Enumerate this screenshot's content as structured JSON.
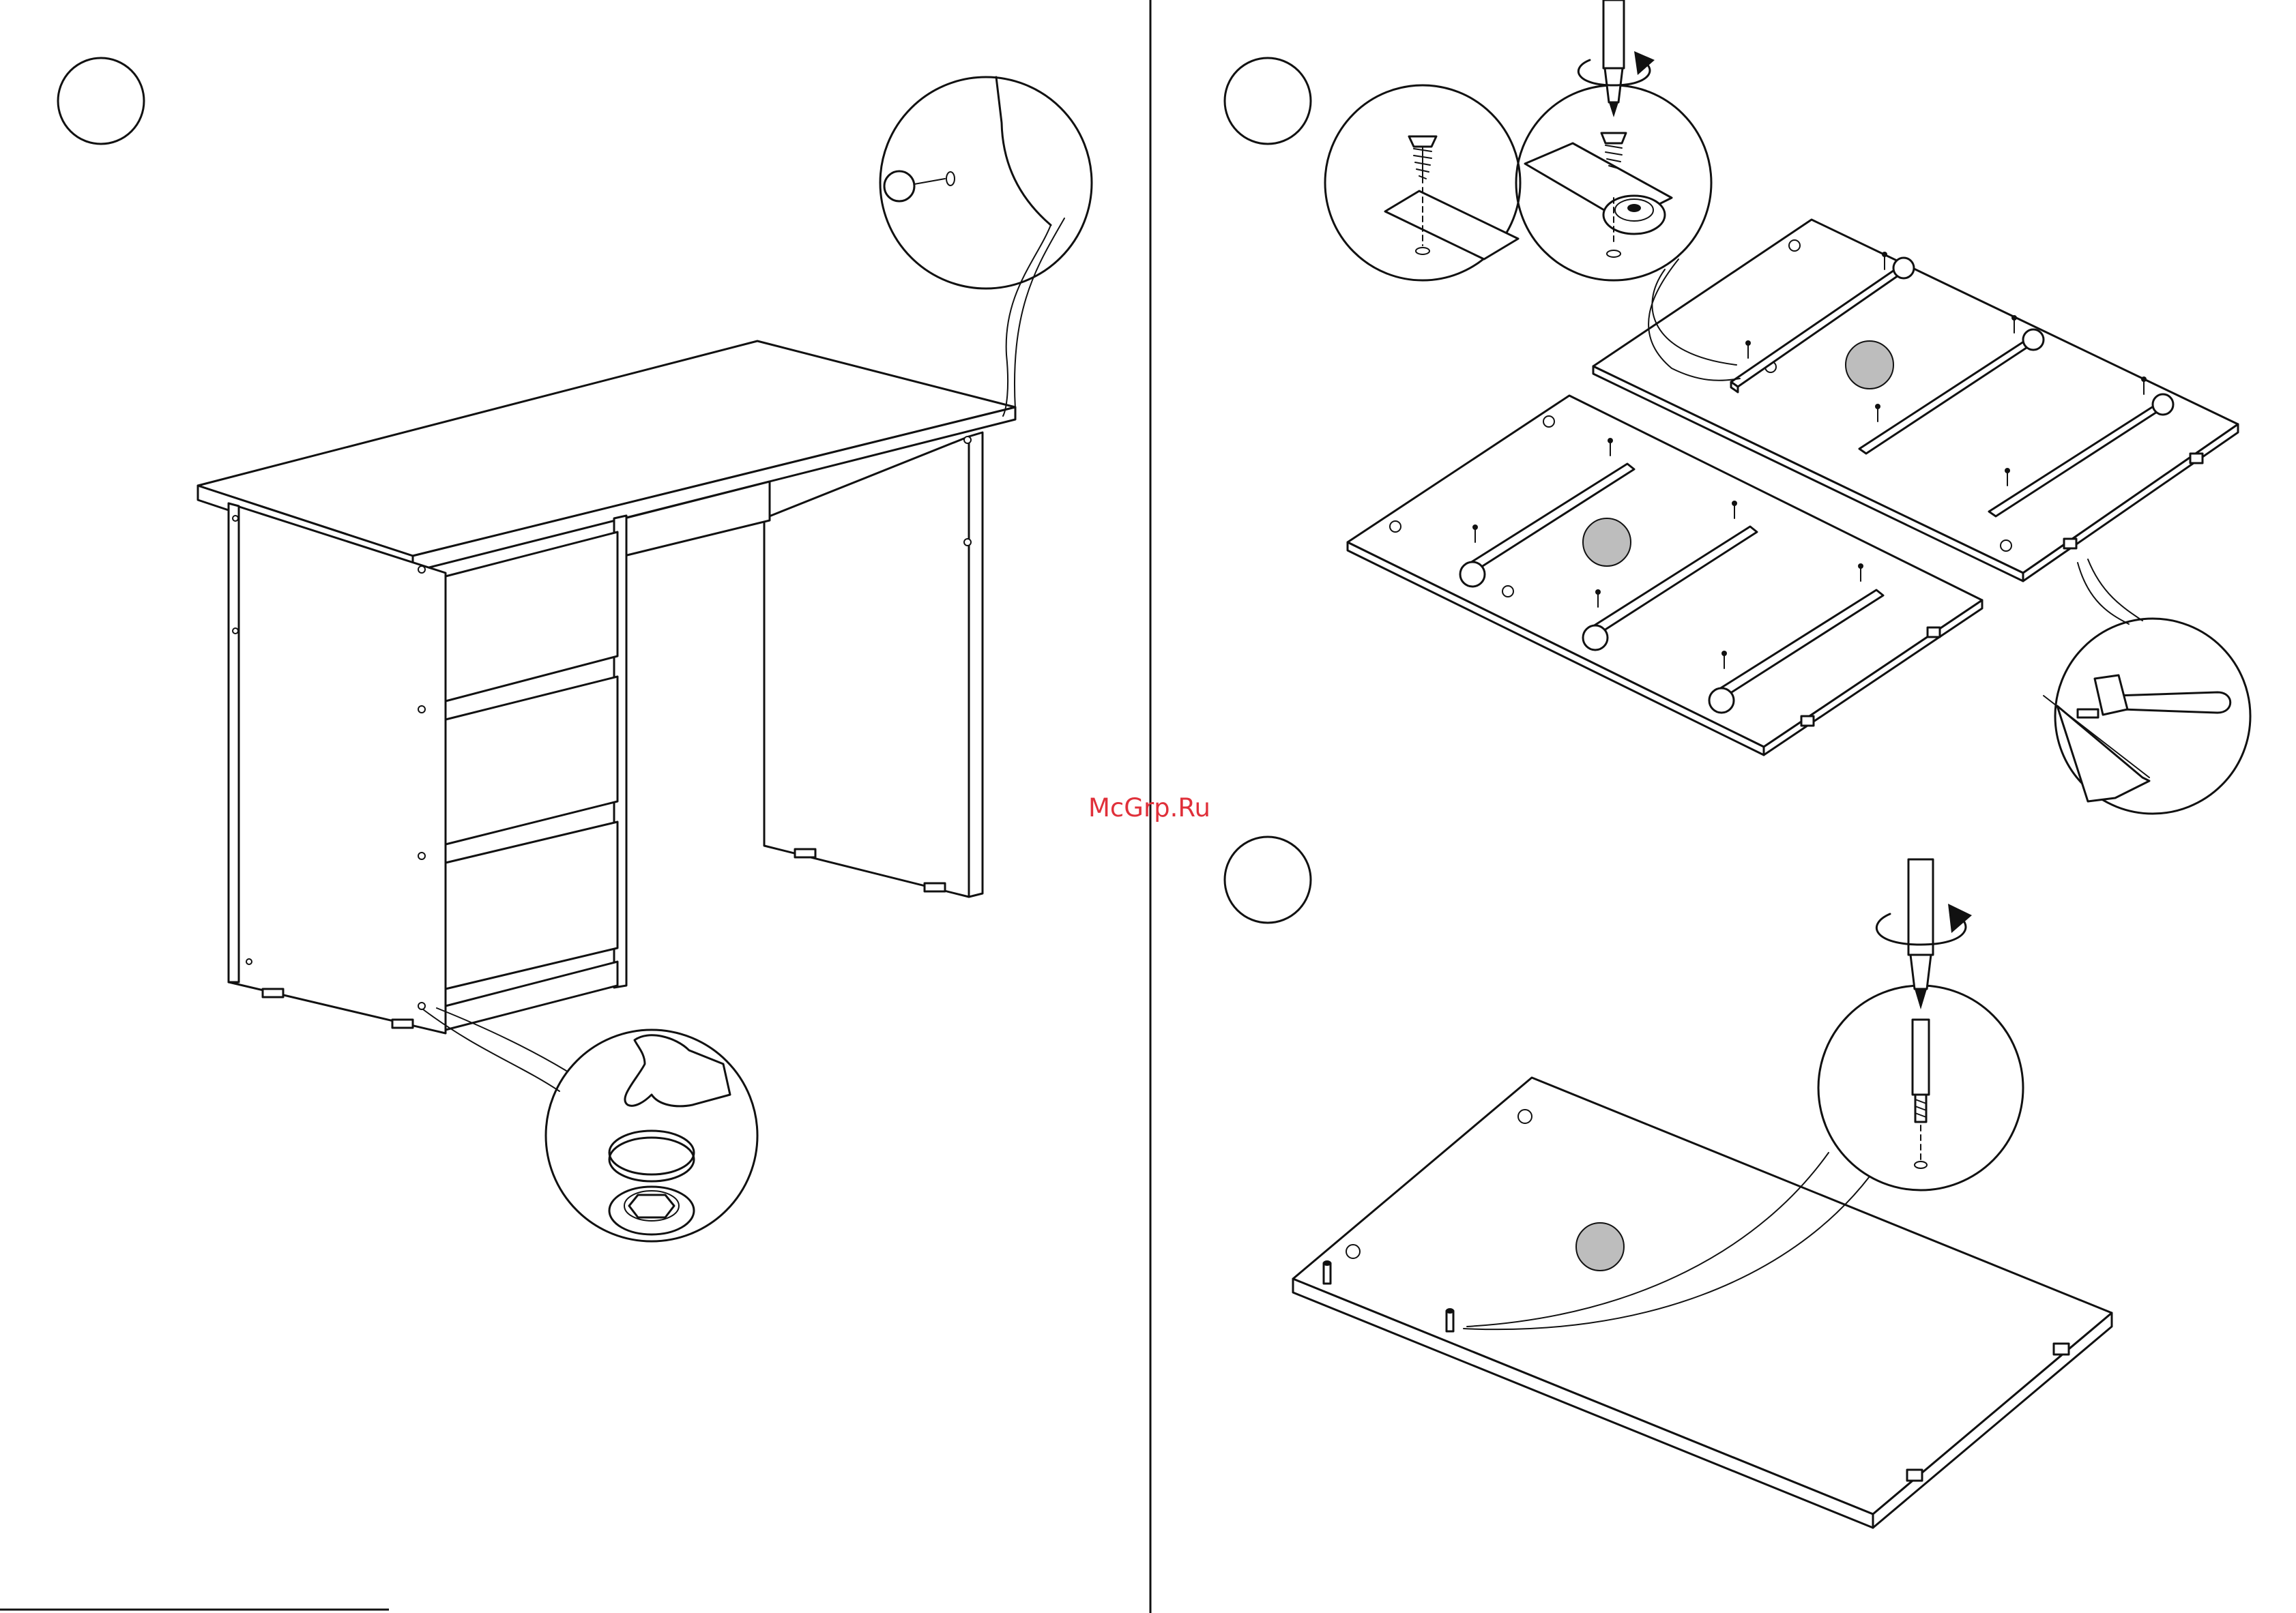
{
  "page": {
    "watermark": "McGrp.Ru"
  },
  "colors": {
    "ink": "#111111",
    "watermark": "#e0303a",
    "background": "#ffffff"
  },
  "steps": [
    {
      "id": "desk-assembled",
      "number": ""
    },
    {
      "id": "drawer-runners",
      "number": ""
    },
    {
      "id": "panel-dowels",
      "number": ""
    }
  ],
  "icons": [
    "screwdriver-icon",
    "rotate-arrow-icon",
    "hammer-icon",
    "hand-icon",
    "cap-icon",
    "dowel-icon",
    "runner-screw-icon"
  ]
}
